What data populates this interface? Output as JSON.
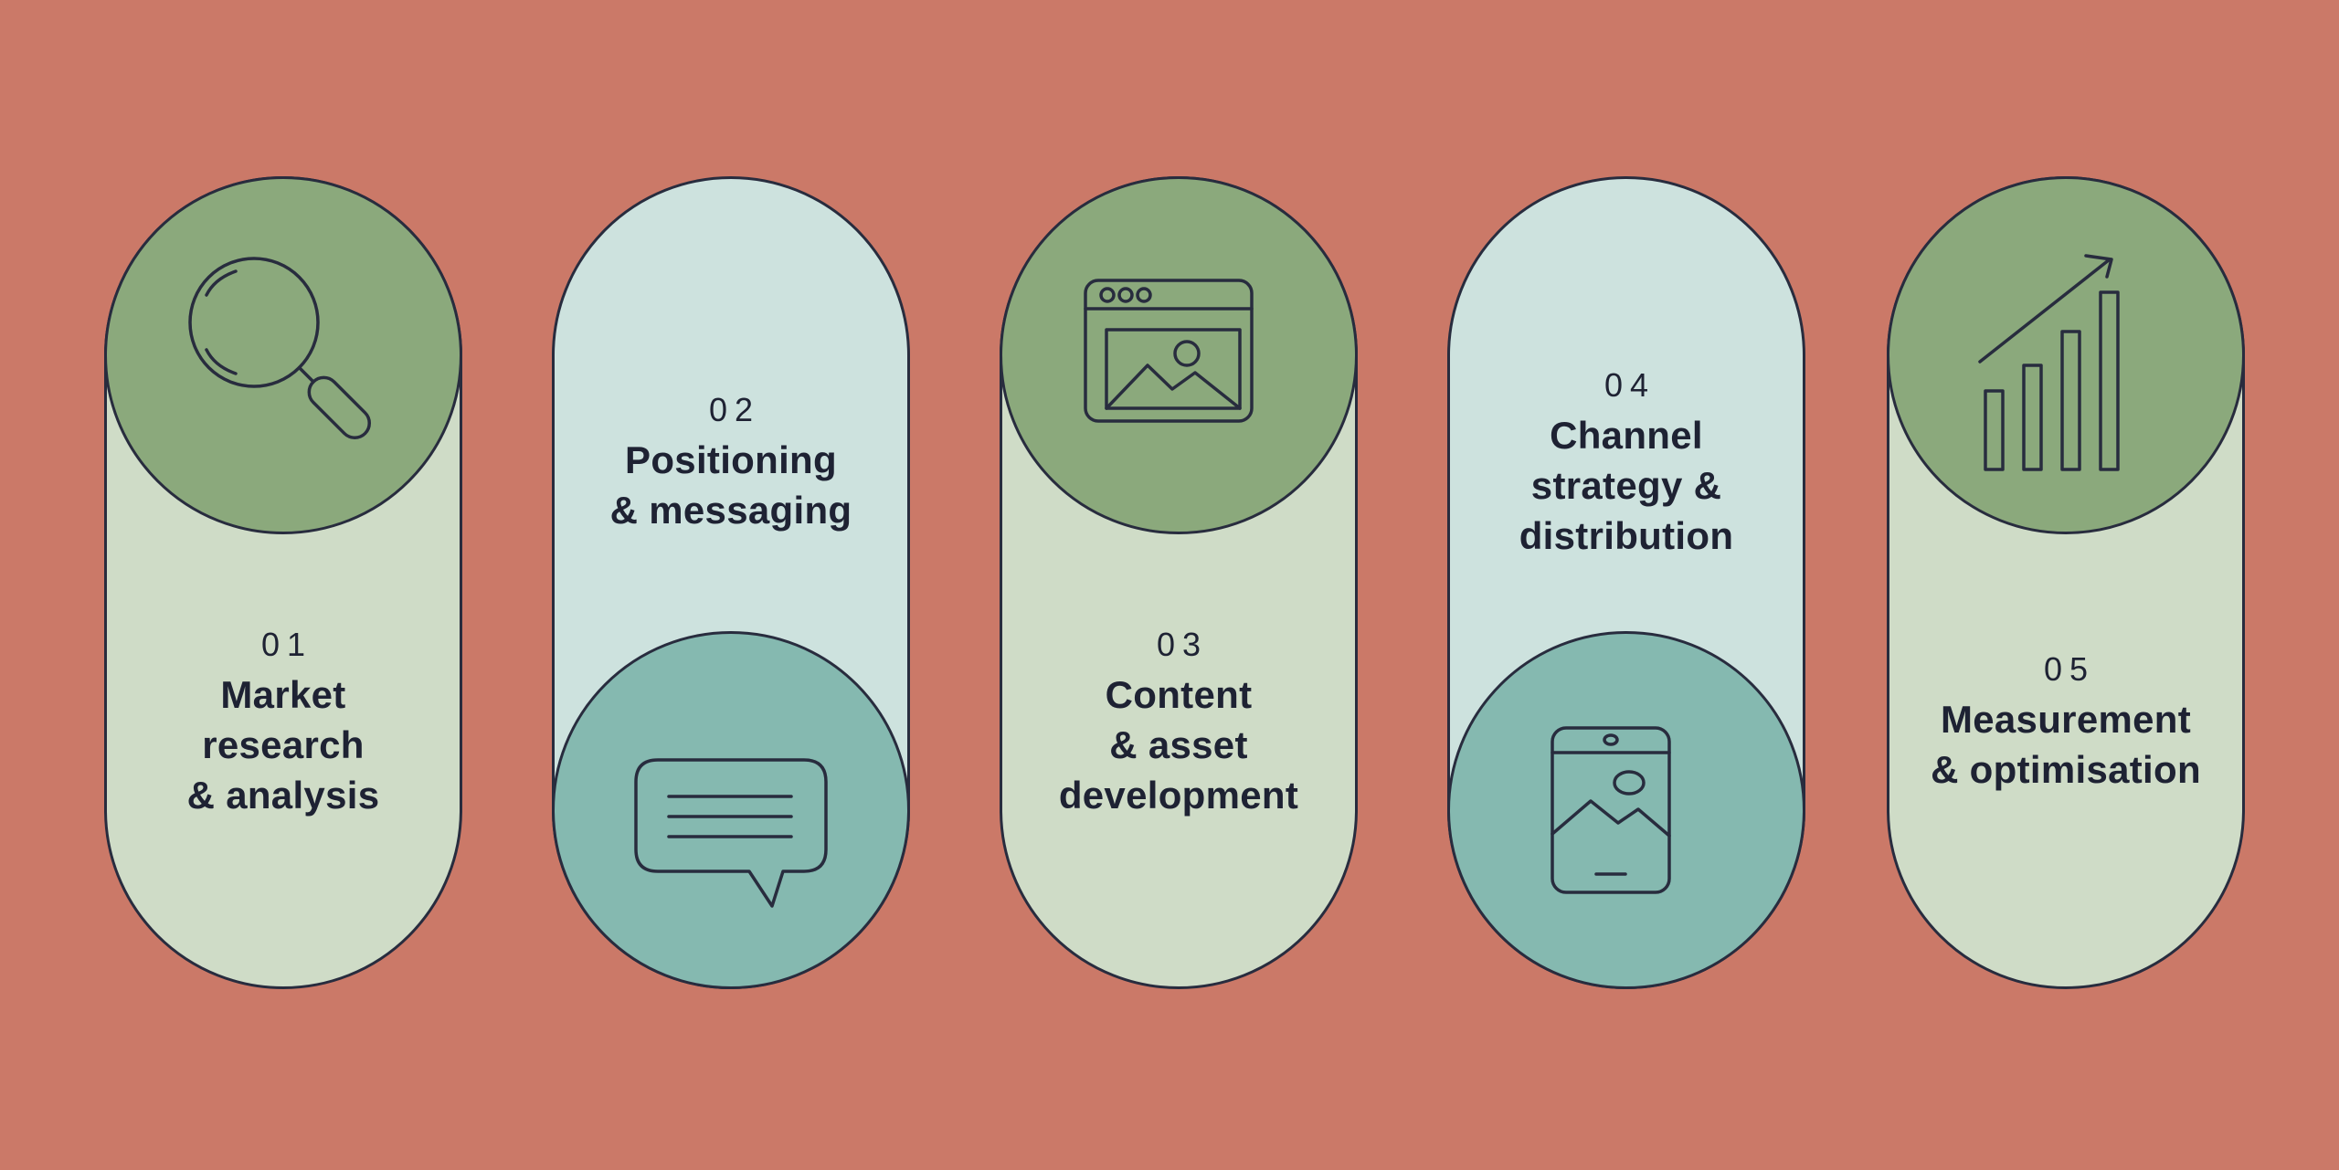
{
  "background_color": "#cb7968",
  "outline_color": "#282c3e",
  "text_color": "#1e2233",
  "cards": [
    {
      "number": "01",
      "title": "Market\nresearch\n& analysis",
      "icon": "search-icon",
      "icon_position": "top",
      "body_color": "#cfdcc7",
      "circle_color": "#8ba97c"
    },
    {
      "number": "02",
      "title": "Positioning\n& messaging",
      "icon": "chat-bubble-icon",
      "icon_position": "bottom",
      "body_color": "#cde2de",
      "circle_color": "#85b9b0"
    },
    {
      "number": "03",
      "title": "Content\n& asset\ndevelopment",
      "icon": "browser-image-icon",
      "icon_position": "top",
      "body_color": "#cfdcc7",
      "circle_color": "#8ba97c"
    },
    {
      "number": "04",
      "title": "Channel\nstrategy &\ndistribution",
      "icon": "tablet-image-icon",
      "icon_position": "bottom",
      "body_color": "#cde2de",
      "circle_color": "#85b9b0"
    },
    {
      "number": "05",
      "title": "Measurement\n& optimisation",
      "icon": "growth-chart-icon",
      "icon_position": "top",
      "body_color": "#cfdcc7",
      "circle_color": "#8ba97c"
    }
  ]
}
